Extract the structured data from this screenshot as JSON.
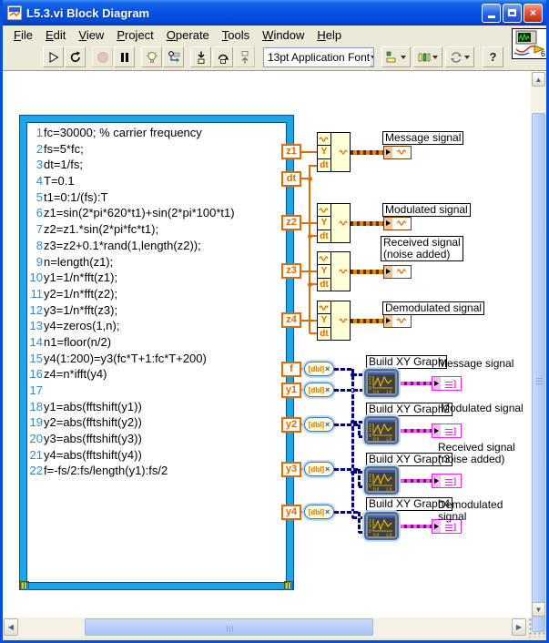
{
  "window": {
    "title": "L5.3.vi Block Diagram"
  },
  "menu_bar": {
    "items": [
      "File",
      "Edit",
      "View",
      "Project",
      "Operate",
      "Tools",
      "Window",
      "Help"
    ]
  },
  "toolbar": {
    "font_selector_value": "13pt Application Font",
    "help_label": "?",
    "vi_icon_badge": "6",
    "buttons": [
      {
        "name": "run-button",
        "icon": "run-arrow-icon"
      },
      {
        "name": "run-continuously-button",
        "icon": "run-continuous-icon"
      },
      {
        "name": "abort-button",
        "icon": "abort-icon"
      },
      {
        "name": "pause-button",
        "icon": "pause-icon"
      },
      {
        "name": "highlight-execution-button",
        "icon": "lightbulb-icon"
      },
      {
        "name": "retain-wire-values-button",
        "icon": "retain-wire-values-icon"
      },
      {
        "name": "step-into-button",
        "icon": "step-into-icon"
      },
      {
        "name": "step-over-button",
        "icon": "step-over-icon"
      },
      {
        "name": "step-out-button",
        "icon": "step-out-icon"
      },
      {
        "name": "align-objects-button",
        "icon": "align-objects-icon"
      },
      {
        "name": "distribute-objects-button",
        "icon": "distribute-objects-icon"
      },
      {
        "name": "reorder-button",
        "icon": "reorder-icon"
      }
    ]
  },
  "script_node": {
    "lines": [
      {
        "num": "1",
        "code": "fc=30000; % carrier frequency"
      },
      {
        "num": "2",
        "code": "fs=5*fc;"
      },
      {
        "num": "3",
        "code": "dt=1/fs;"
      },
      {
        "num": "4",
        "code": "T=0.1"
      },
      {
        "num": "5",
        "code": "t1=0:1/(fs):T"
      },
      {
        "num": "6",
        "code": "z1=sin(2*pi*620*t1)+sin(2*pi*100*t1)"
      },
      {
        "num": "7",
        "code": "z2=z1.*sin(2*pi*fc*t1);"
      },
      {
        "num": "8",
        "code": "z3=z2+0.1*rand(1,length(z2));"
      },
      {
        "num": "9",
        "code": "n=length(z1);"
      },
      {
        "num": "10",
        "code": "y1=1/n*fft(z1);"
      },
      {
        "num": "11",
        "code": "y2=1/n*fft(z2);"
      },
      {
        "num": "12",
        "code": "y3=1/n*fft(z3);"
      },
      {
        "num": "13",
        "code": "y4=zeros(1,n);"
      },
      {
        "num": "14",
        "code": "n1=floor(n/2)"
      },
      {
        "num": "15",
        "code": "y4(1:200)=y3(fc*T+1:fc*T+200)"
      },
      {
        "num": "16",
        "code": "z4=n*ifft(y4)"
      },
      {
        "num": "17",
        "code": ""
      },
      {
        "num": "18",
        "code": "y1=abs(fftshift(y1))"
      },
      {
        "num": "19",
        "code": "y2=abs(fftshift(y2))"
      },
      {
        "num": "20",
        "code": "y3=abs(fftshift(y3))"
      },
      {
        "num": "21",
        "code": "y4=abs(fftshift(y4))"
      },
      {
        "num": "22",
        "code": "f=-fs/2:fs/length(y1):fs/2"
      }
    ]
  },
  "diagram": {
    "top_terminals": [
      "z1",
      "dt",
      "z2",
      "z3",
      "z4"
    ],
    "bottom_terminals": [
      "f",
      "y1",
      "y2",
      "y3",
      "y4"
    ],
    "waveform_node_labels": {
      "y": "Y",
      "dt": "dt"
    },
    "waveform_indicator_labels": [
      "Message signal",
      "Modulated signal",
      "Received signal\n(noise added)",
      "Demodulated signal"
    ],
    "xy_node_labels": [
      "Build XY Graph",
      "Build XY Graph2",
      "Build XY Graph3",
      "Build XY Graph4"
    ],
    "xy_indicator_labels": [
      "Message signal",
      "Modulated signal",
      "Received signal\n(noise added)",
      "Demodulated signal"
    ],
    "convert_node_label": "[dbl]"
  },
  "colors": {
    "accent_orange": "#E06B00",
    "mathscript_border": "#1CA6E8",
    "dynamic_wire_navy": "#00007F",
    "xy_magenta": "#F020F0",
    "node_cream": "#FFFFD8",
    "titlebar_blue": "#0653E3"
  }
}
